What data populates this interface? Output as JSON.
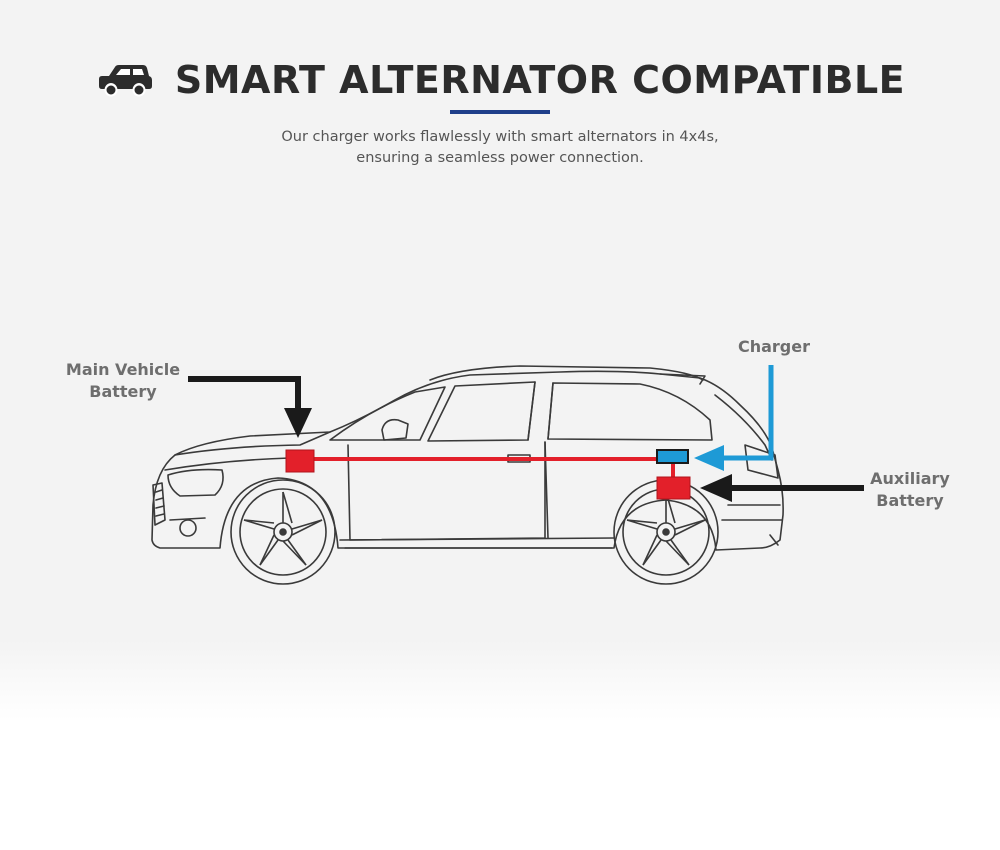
{
  "header": {
    "icon": "suv-car-icon",
    "title": "SMART ALTERNATOR COMPATIBLE",
    "underline_color": "#1f3f8a"
  },
  "subtitle": {
    "line1": "Our charger works flawlessly with smart alternators in 4x4s,",
    "line2": "ensuring a seamless power connection."
  },
  "diagram": {
    "labels": {
      "main_battery_line1": "Main Vehicle",
      "main_battery_line2": "Battery",
      "charger": "Charger",
      "aux_battery_line1": "Auxiliary",
      "aux_battery_line2": "Battery"
    },
    "colors": {
      "battery": "#e3202a",
      "charger": "#1e9ad6",
      "arrow": "#1a1a1a",
      "car_outline": "#3a3a3a",
      "label": "#6e6e6e"
    }
  }
}
